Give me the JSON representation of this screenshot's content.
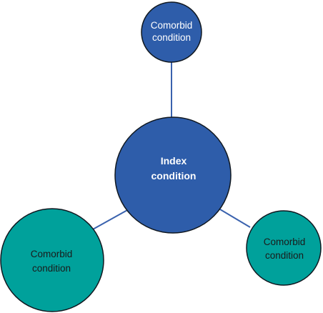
{
  "colors": {
    "index_fill": "#2E5DAA",
    "index_stroke": "#101820",
    "top_fill": "#2E5DAA",
    "teal_fill": "#00A19B",
    "node_stroke": "#101820",
    "connector": "#3A62AE",
    "dark_text": "#1a1a1a",
    "light_text": "#ffffff"
  },
  "index": {
    "line1": "Index",
    "line2": "condition"
  },
  "comorbid_top": {
    "line1": "Comorbid",
    "line2": "condition"
  },
  "comorbid_left": {
    "line1": "Comorbid",
    "line2": "condition"
  },
  "comorbid_right": {
    "line1": "Comorbid",
    "line2": "condition"
  }
}
